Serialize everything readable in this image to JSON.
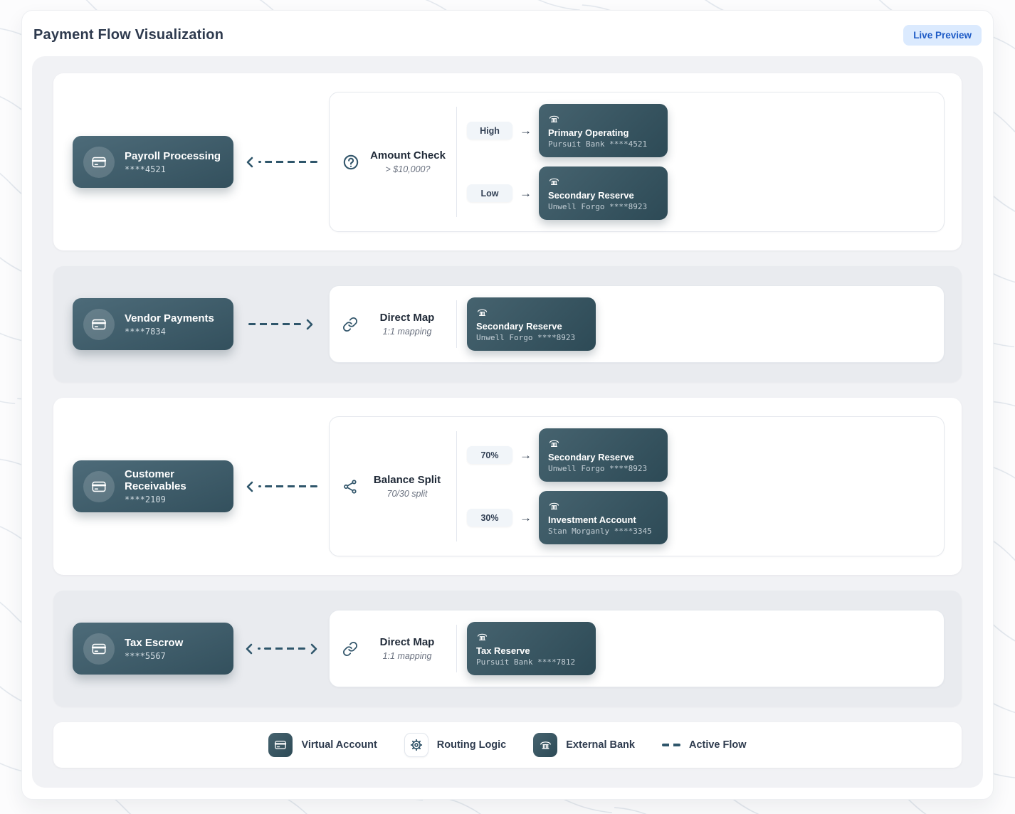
{
  "header": {
    "title": "Payment Flow Visualization",
    "badge": "Live Preview"
  },
  "icons": {
    "arrow_right": "→"
  },
  "colors": {
    "accent_teal": "#33566b",
    "card_gradient_start": "#4d6b79",
    "card_gradient_end": "#33505d",
    "bank_gradient_start": "#46636f",
    "bank_gradient_end": "#2d4a56",
    "badge_bg": "#dbeafe",
    "badge_text": "#1e5bc6",
    "connector": "#2f566b",
    "pill_bg": "#f1f5f9"
  },
  "flows": [
    {
      "source": {
        "name": "Payroll Processing",
        "number": "****4521"
      },
      "routing": {
        "name": "Amount Check",
        "description": "> $10,000?"
      },
      "branches": [
        {
          "label": "High",
          "bank_name": "Primary Operating",
          "bank_account": "Pursuit Bank ****4521"
        },
        {
          "label": "Low",
          "bank_name": "Secondary Reserve",
          "bank_account": "Unwell Forgo ****8923"
        }
      ]
    },
    {
      "source": {
        "name": "Vendor Payments",
        "number": "****7834"
      },
      "routing": {
        "name": "Direct Map",
        "description": "1:1 mapping"
      },
      "branches": [
        {
          "bank_name": "Secondary Reserve",
          "bank_account": "Unwell Forgo ****8923"
        }
      ]
    },
    {
      "source": {
        "name": "Customer Receivables",
        "number": "****2109"
      },
      "routing": {
        "name": "Balance Split",
        "description": "70/30 split"
      },
      "branches": [
        {
          "label": "70%",
          "bank_name": "Secondary Reserve",
          "bank_account": "Unwell Forgo ****8923"
        },
        {
          "label": "30%",
          "bank_name": "Investment Account",
          "bank_account": "Stan Morganly ****3345"
        }
      ]
    },
    {
      "source": {
        "name": "Tax Escrow",
        "number": "****5567"
      },
      "routing": {
        "name": "Direct Map",
        "description": "1:1 mapping"
      },
      "branches": [
        {
          "bank_name": "Tax Reserve",
          "bank_account": "Pursuit Bank ****7812"
        }
      ]
    }
  ],
  "legend": {
    "items": [
      {
        "label": "Virtual Account"
      },
      {
        "label": "Routing Logic"
      },
      {
        "label": "External Bank"
      },
      {
        "label": "Active Flow"
      }
    ]
  }
}
